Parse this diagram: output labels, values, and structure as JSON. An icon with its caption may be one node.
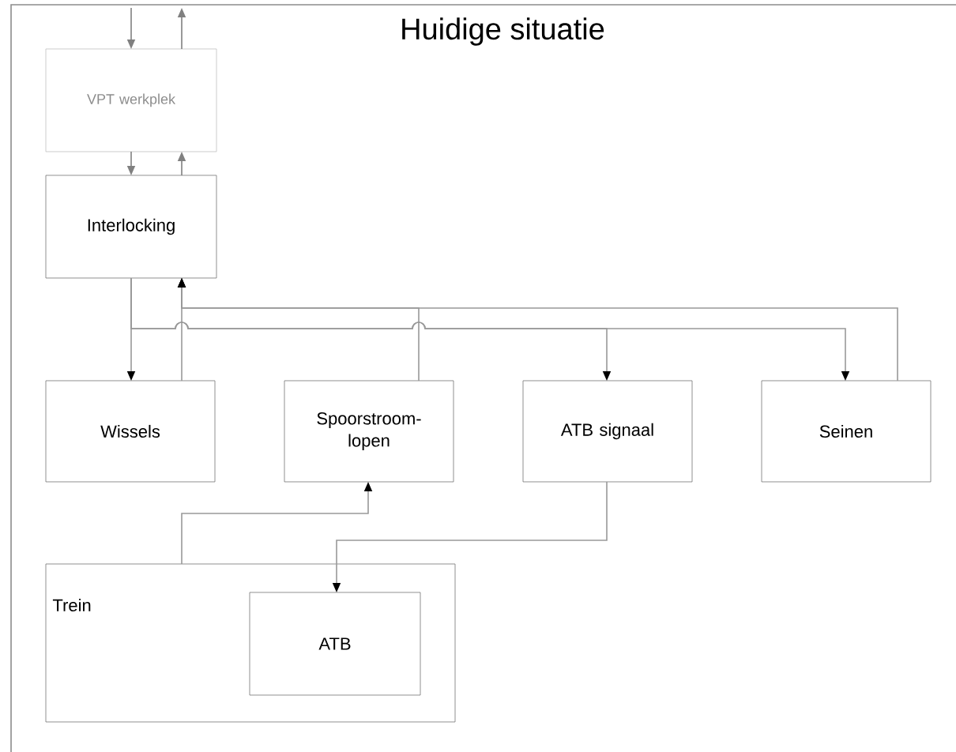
{
  "diagram": {
    "title": "Huidige situatie",
    "nodes": [
      {
        "text": [
          "VPT werkplek"
        ]
      },
      {
        "text": [
          "Interlocking"
        ]
      },
      {
        "text": [
          "Wissels"
        ]
      },
      {
        "text": [
          "Spoorstroom-lopen"
        ]
      },
      {
        "text": [
          "ATB signaal"
        ]
      },
      {
        "text": [
          "Seinen"
        ]
      },
      {
        "text": [
          "Trein"
        ]
      },
      {
        "text": [
          "ATB"
        ],
        "in": 6
      }
    ],
    "edges": [
      {
        "from": null,
        "to": 0,
        "arrow": "to",
        "color": "#808080"
      },
      {
        "from": 0,
        "to": null,
        "arrow": "to",
        "color": "#808080"
      },
      {
        "from": 0,
        "to": 1,
        "arrow": "to",
        "color": "#808080"
      },
      {
        "from": 1,
        "to": 0,
        "arrow": "to",
        "color": "#808080"
      },
      {
        "from": 1,
        "to": 2,
        "arrow": "to"
      },
      {
        "from": 1,
        "to": 4,
        "arrow": "to"
      },
      {
        "from": 1,
        "to": 5,
        "arrow": "to"
      },
      {
        "from": 2,
        "to": 1,
        "arrow": "to"
      },
      {
        "from": 3,
        "to": 1,
        "arrow": "to"
      },
      {
        "from": 5,
        "to": 1,
        "arrow": "to"
      },
      {
        "from": 6,
        "to": 3,
        "arrow": "to"
      },
      {
        "from": 4,
        "to": 7,
        "arrow": "to"
      }
    ]
  }
}
